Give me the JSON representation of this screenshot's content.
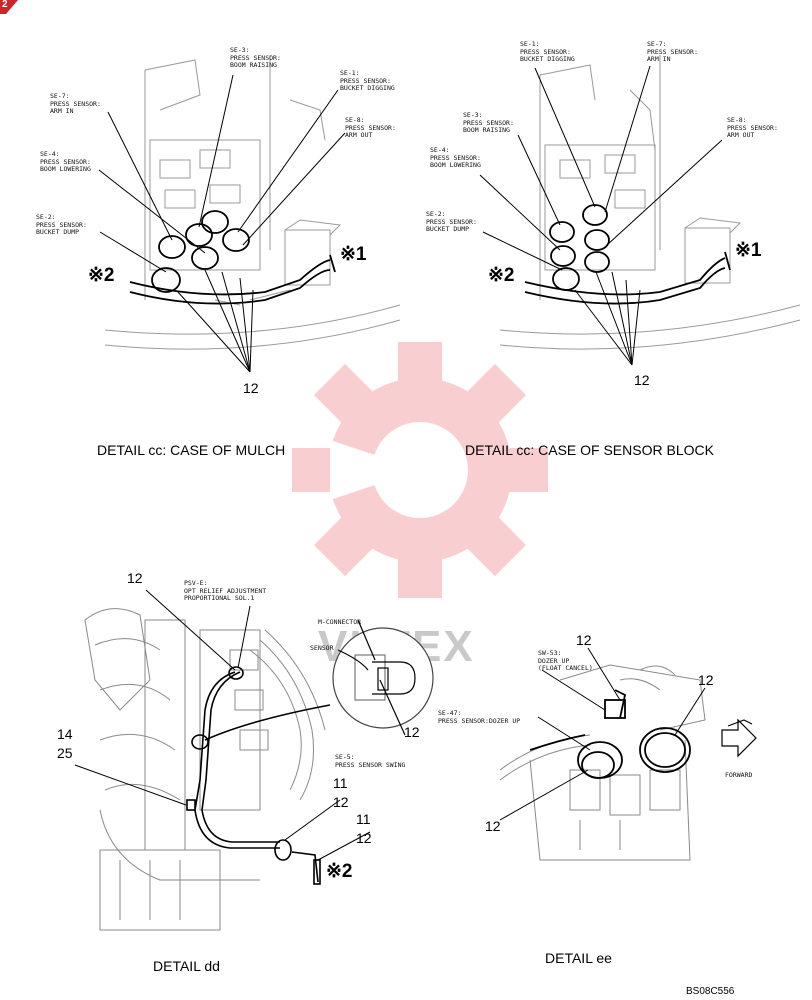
{
  "page_badge": "2",
  "watermark_text": "VHTEX",
  "diagram_code": "BS08C556",
  "detail_cc_mulch": {
    "caption": "DETAIL cc: CASE OF MULCH",
    "labels": {
      "se3": "SE-3:\nPRESS SENSOR:\nBOOM RAISING",
      "se1": "SE-1:\nPRESS SENSOR:\nBUCKET DIGGING",
      "se7": "SE-7:\nPRESS SENSOR:\nARM IN",
      "se8": "SE-8:\nPRESS SENSOR:\nARM OUT",
      "se4": "SE-4:\nPRESS SENSOR:\nBOOM LOWERING",
      "se2": "SE-2:\nPRESS SENSOR:\nBUCKET DUMP"
    },
    "mark1": "※1",
    "mark2": "※2",
    "part": "12"
  },
  "detail_cc_sensor": {
    "caption": "DETAIL cc: CASE OF SENSOR BLOCK",
    "labels": {
      "se1": "SE-1:\nPRESS SENSOR:\nBUCKET DIGGING",
      "se7": "SE-7:\nPRESS SENSOR:\nARM IN",
      "se3": "SE-3:\nPRESS SENSOR:\nBOOM RAISING",
      "se8": "SE-8:\nPRESS SENSOR:\nARM OUT",
      "se4": "SE-4:\nPRESS SENSOR:\nBOOM LOWERING",
      "se2": "SE-2:\nPRESS SENSOR:\nBUCKET DUMP"
    },
    "mark1": "※1",
    "mark2": "※2",
    "part": "12"
  },
  "detail_dd": {
    "caption": "DETAIL dd",
    "labels": {
      "psv": "PSV-E:\nOPT RELIEF ADJUSTMENT\nPROPORTIONAL SOL.1",
      "mconn": "M-CONNECTOR",
      "sensor": "SENSOR",
      "se5": "SE-5:\nPRESS SENSOR SWING"
    },
    "parts": {
      "p12_top": "12",
      "p12_conn": "12",
      "p14": "14",
      "p25": "25",
      "p11_a": "11",
      "p12_a": "12",
      "p11_b": "11",
      "p12_b": "12"
    },
    "mark2": "※2"
  },
  "detail_ee": {
    "caption": "DETAIL ee",
    "labels": {
      "sw53": "SW-53:\nDOZER UP\n(FLOAT CANCEL)",
      "se47": "SE-47:\nPRESS SENSOR:DOZER UP",
      "forward": "FORWARD"
    },
    "parts": {
      "p12_top": "12",
      "p12_right": "12",
      "p12_bottom": "12"
    }
  }
}
